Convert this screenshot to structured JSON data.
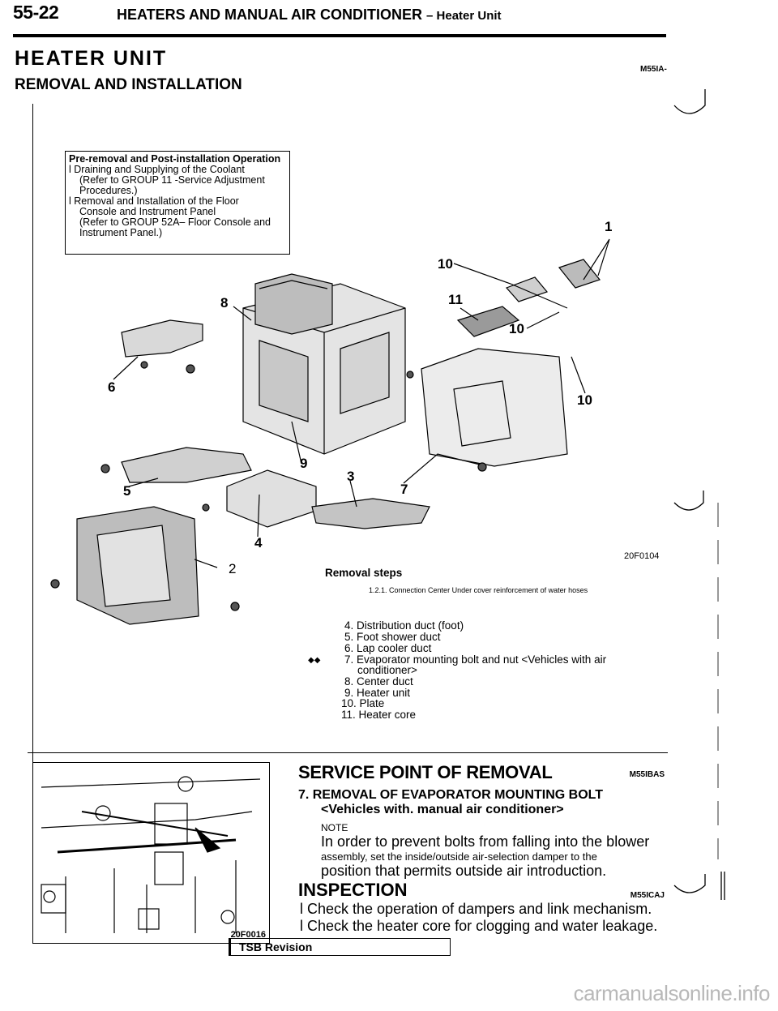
{
  "header": {
    "page_number": "55-22",
    "title": "HEATERS AND MANUAL AIR CONDITIONER",
    "subtitle": "– Heater Unit"
  },
  "section": {
    "title": "HEATER UNIT",
    "code": "M55IA-",
    "subtitle": "REMOVAL AND INSTALLATION"
  },
  "pre_removal": {
    "title": "Pre-removal and Post-installation Operation",
    "items": [
      "l Draining and Supplying of the Coolant",
      "(Refer to GROUP 11 -Service Adjustment",
      "Procedures.)",
      "l Removal and Installation of the Floor",
      "Console and Instrument Panel",
      "(Refer to GROUP 52A– Floor Console and",
      "Instrument Panel.)"
    ]
  },
  "diagram": {
    "callouts": [
      "1",
      "10",
      "11",
      "10",
      "8",
      "6",
      "10",
      "9",
      "3",
      "5",
      "7",
      "4",
      "2"
    ],
    "fig_code": "20F0104"
  },
  "removal_steps": {
    "title": "Removal steps",
    "first_line": "1.2.1. Connection Center Under cover reinforcement of water hoses",
    "marker": "◆◆",
    "steps": [
      "4. Distribution duct (foot)",
      "5. Foot shower duct",
      "6. Lap cooler duct",
      "7. Evaporator mounting bolt and nut <Vehicles with air",
      "conditioner>",
      "8. Center duct",
      "9. Heater unit",
      "10. Plate",
      "11. Heater core"
    ]
  },
  "photo": {
    "fig_code": "20F0016"
  },
  "service": {
    "title": "SERVICE POINT OF REMOVAL",
    "code": "M55IBAS",
    "step_title": "7. REMOVAL OF EVAPORATOR MOUNTING BOLT",
    "vehicles": "<Vehicles with. manual air conditioner>",
    "note_label": "NOTE",
    "note_line1": "In order to prevent bolts from falling into the blower",
    "note_line2": "assembly, set the inside/outside air-selection damper to the",
    "note_line3": "position that permits outside air introduction."
  },
  "inspection": {
    "title": "INSPECTION",
    "code": "M55ICAJ",
    "bullets": [
      "l Check the operation of dampers and link mechanism.",
      "l Check the heater core for clogging and water leakage."
    ]
  },
  "footer": {
    "tsb": "TSB Revision",
    "watermark": "carmanualsonline.info"
  }
}
